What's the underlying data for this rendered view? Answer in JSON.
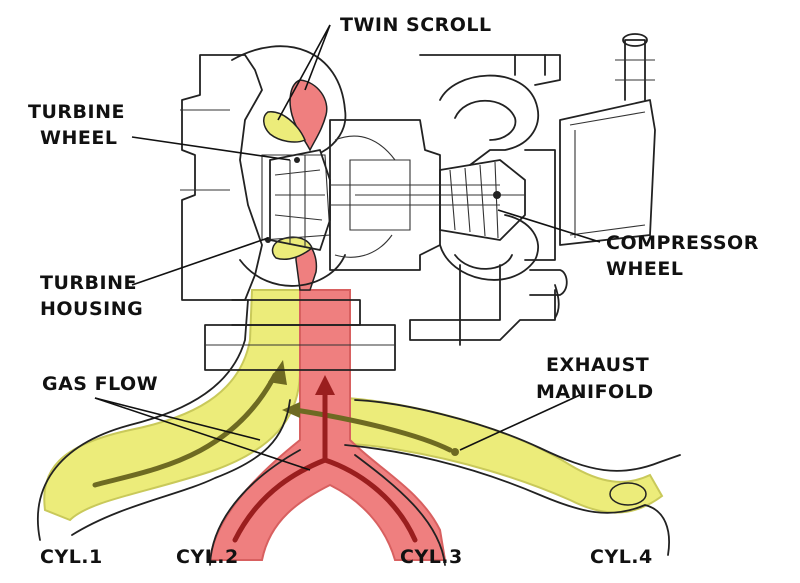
{
  "labels": {
    "twin_scroll": "TWIN SCROLL",
    "turbine_wheel": [
      "TURBINE",
      "WHEEL"
    ],
    "turbine_housing": [
      "TURBINE",
      "HOUSING"
    ],
    "compressor_wheel": [
      "COMPRESSOR",
      "WHEEL"
    ],
    "gas_flow": "GAS FLOW",
    "exhaust_manifold": [
      "EXHAUST",
      "MANIFOLD"
    ],
    "cylinders": [
      "CYL.1",
      "CYL.2",
      "CYL.3",
      "CYL.4"
    ]
  },
  "colors": {
    "scroll_a_yellow": "#ecec7a",
    "scroll_b_red": "#ef7f7f",
    "flow_arrow_yellow": "#6e6a22",
    "flow_arrow_red": "#9a1e1e",
    "line_art": "#222222"
  }
}
